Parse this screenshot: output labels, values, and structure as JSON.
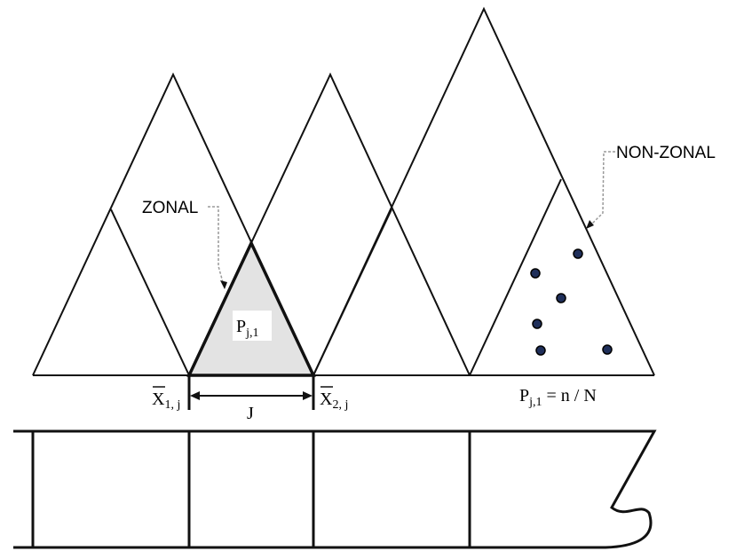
{
  "colors": {
    "line": "#111111",
    "zonal_fill": "#e3e3e3",
    "dot_fill": "#1f2f5a",
    "leader": "#9a9a9a"
  },
  "labels": {
    "zonal": "ZONAL",
    "non_zonal": "NON-ZONAL",
    "p_main": "P",
    "p_sub": "j,1",
    "x1_main": "X",
    "x1_sub": "1, j",
    "x2_main": "X",
    "x2_sub": "2, j",
    "width": "J",
    "formula_main": "P",
    "formula_sub": "j,1",
    "formula_rest": " = n / N"
  }
}
